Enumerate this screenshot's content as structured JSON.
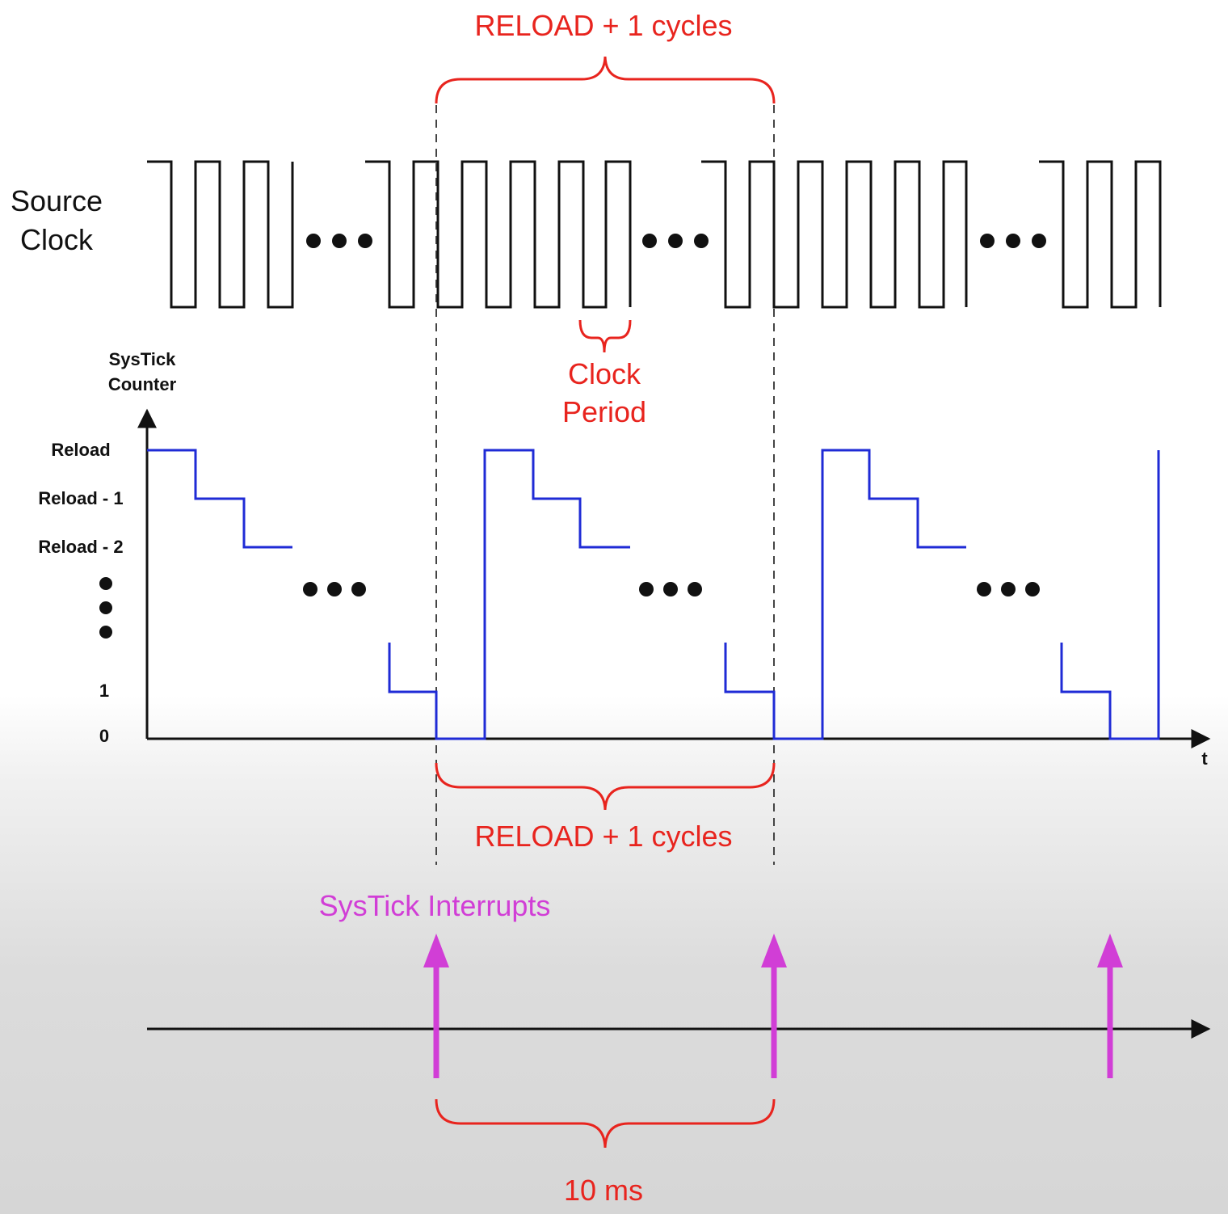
{
  "top_brace_label": "RELOAD + 1 cycles",
  "source_clock_label": [
    "Source",
    "Clock"
  ],
  "clock_period_label": [
    "Clock",
    "Period"
  ],
  "counter_axis_label": [
    "SysTick",
    "Counter"
  ],
  "y_ticks": [
    "Reload",
    "Reload - 1",
    "Reload - 2",
    "1",
    "0"
  ],
  "x_axis_label": "t",
  "bottom_brace_label": "RELOAD + 1 cycles",
  "interrupts_label": "SysTick Interrupts",
  "period_label": "10 ms",
  "colors": {
    "clock": "#111111",
    "counter": "#1f2bd6",
    "annotation": "#e8241e",
    "interrupt": "#d13ed6",
    "dashed": "#444444"
  },
  "icons": [
    "ellipsis-dots",
    "curly-brace",
    "up-arrow"
  ]
}
